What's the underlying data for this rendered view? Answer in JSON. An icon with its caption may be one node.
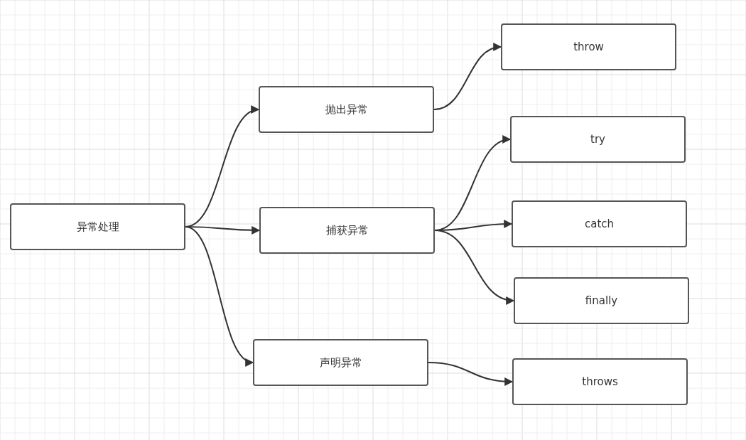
{
  "diagram": {
    "nodes": [
      {
        "text": [
          "异常处理"
        ]
      },
      {
        "text": [
          "抛出异常"
        ]
      },
      {
        "text": [
          "捕获异常"
        ]
      },
      {
        "text": [
          "声明异常"
        ]
      },
      {
        "text": [
          "throw"
        ]
      },
      {
        "text": [
          "try"
        ]
      },
      {
        "text": [
          "catch"
        ]
      },
      {
        "text": [
          "finally"
        ]
      },
      {
        "text": [
          "throws"
        ]
      }
    ],
    "edges": [
      {
        "from": 0,
        "to": 1,
        "arrow": "to"
      },
      {
        "from": 0,
        "to": 2,
        "arrow": "to"
      },
      {
        "from": 0,
        "to": 3,
        "arrow": "to"
      },
      {
        "from": 1,
        "to": 4,
        "arrow": "to"
      },
      {
        "from": 2,
        "to": 5,
        "arrow": "to"
      },
      {
        "from": 2,
        "to": 6,
        "arrow": "to"
      },
      {
        "from": 2,
        "to": 7,
        "arrow": "to"
      },
      {
        "from": 3,
        "to": 8,
        "arrow": "to"
      }
    ]
  }
}
